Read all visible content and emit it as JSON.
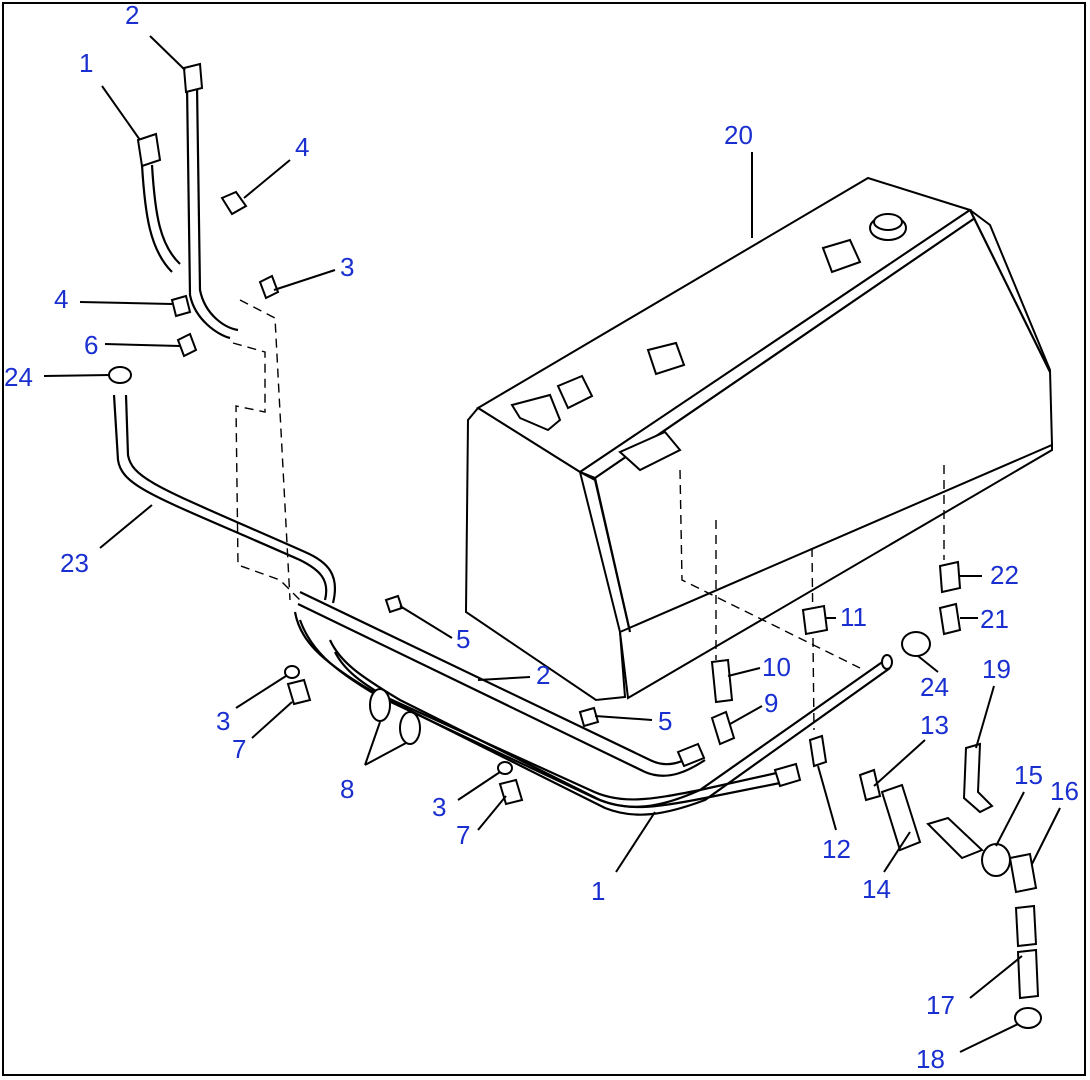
{
  "callouts": {
    "c1_top": "1",
    "c2_top": "2",
    "c4_top": "4",
    "c3_top": "3",
    "c4_mid": "4",
    "c6": "6",
    "c24_left": "24",
    "c23": "23",
    "c20": "20",
    "c5_upper": "5",
    "c2_mid": "2",
    "c5_lower": "5",
    "c3_left": "3",
    "c7_left": "7",
    "c8": "8",
    "c3_lower": "3",
    "c7_lower": "7",
    "c1_bottom": "1",
    "c10": "10",
    "c9": "9",
    "c11": "11",
    "c12": "12",
    "c22": "22",
    "c21": "21",
    "c24_right": "24",
    "c19": "19",
    "c13": "13",
    "c15": "15",
    "c16": "16",
    "c14": "14",
    "c17": "17",
    "c18": "18"
  },
  "colors": {
    "callout": "#1a2fcf",
    "line": "#000000",
    "background": "#ffffff"
  }
}
